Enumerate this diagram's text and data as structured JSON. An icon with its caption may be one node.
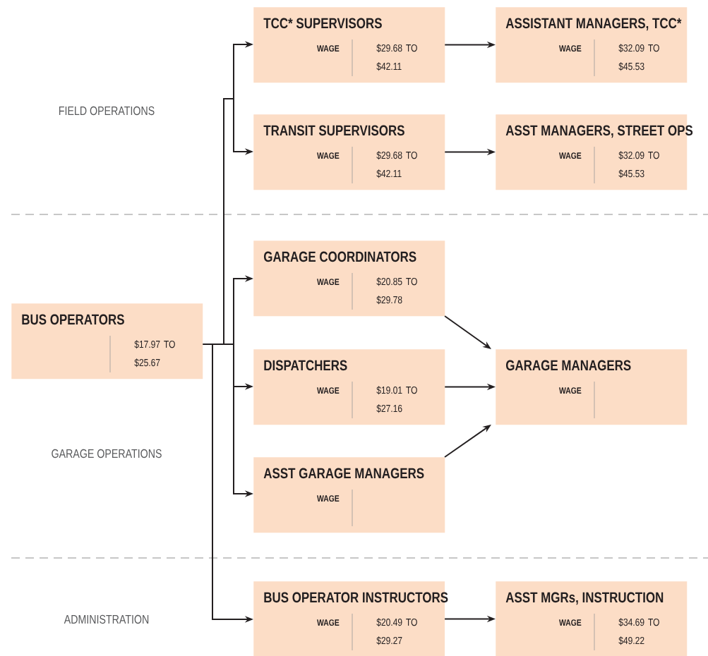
{
  "diagram": {
    "nodes": [
      {
        "text": [
          "BUS OPERATORS",
          "$17.97 TO $25.67"
        ]
      },
      {
        "text": [
          "TCC* SUPERVISORS",
          "WAGE",
          "$29.68 TO $42.11"
        ]
      },
      {
        "text": [
          "ASSISTANT MANAGERS, TCC*",
          "WAGE",
          "$32.09 TO $45.53"
        ]
      },
      {
        "text": [
          "TRANSIT SUPERVISORS",
          "WAGE",
          "$29.68 TO $42.11"
        ]
      },
      {
        "text": [
          "ASST MANAGERS, STREET OPS",
          "WAGE",
          "$32.09 TO $45.53"
        ]
      },
      {
        "text": [
          "GARAGE  COORDINATORS",
          "WAGE",
          "$20.85 TO $29.78"
        ]
      },
      {
        "text": [
          "DISPATCHERS",
          "WAGE",
          "$19.01 TO $27.16"
        ]
      },
      {
        "text": [
          "GARAGE MANAGERS",
          "WAGE"
        ]
      },
      {
        "text": [
          "ASST GARAGE MANAGERS",
          "WAGE"
        ]
      },
      {
        "text": [
          "BUS OPERATOR INSTRUCTORS",
          "WAGE",
          "$20.49 TO $29.27"
        ]
      },
      {
        "text": [
          "ASST MGRs, INSTRUCTION",
          "WAGE",
          "$34.69 TO $49.22"
        ]
      }
    ],
    "edges": [
      {
        "from": 0,
        "to": 1,
        "arrow": "to"
      },
      {
        "from": 0,
        "to": 3,
        "arrow": "to"
      },
      {
        "from": 0,
        "to": 5,
        "arrow": "to"
      },
      {
        "from": 0,
        "to": 6,
        "arrow": "to"
      },
      {
        "from": 0,
        "to": 8,
        "arrow": "to"
      },
      {
        "from": 0,
        "to": 9,
        "arrow": "to"
      },
      {
        "from": 1,
        "to": 2,
        "arrow": "to"
      },
      {
        "from": 3,
        "to": 4,
        "arrow": "to"
      },
      {
        "from": 5,
        "to": 7,
        "arrow": "to"
      },
      {
        "from": 6,
        "to": 7,
        "arrow": "to"
      },
      {
        "from": 8,
        "to": 7,
        "arrow": "to"
      },
      {
        "from": 9,
        "to": 10,
        "arrow": "to"
      }
    ],
    "labels": [
      "FIELD OPERATIONS",
      "GARAGE OPERATIONS",
      "ADMINISTRATION"
    ]
  }
}
